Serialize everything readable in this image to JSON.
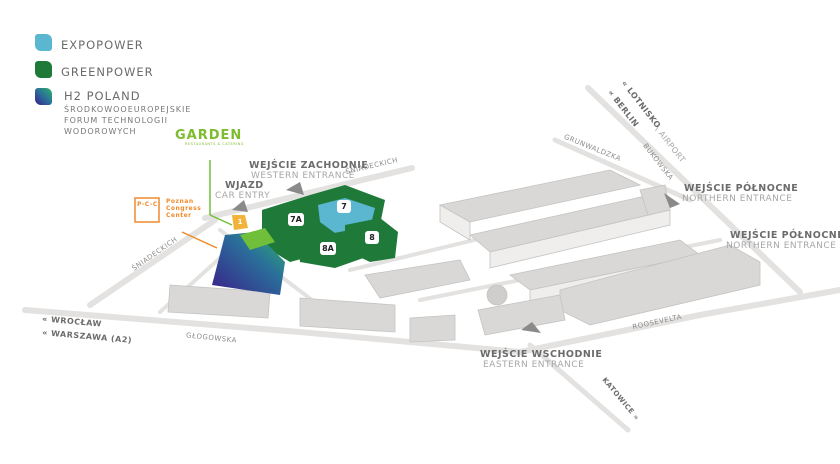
{
  "legend": [
    {
      "label": "EXPOPOWER",
      "color": "#5bb7cf"
    },
    {
      "label": "GREENPOWER",
      "color": "#1f7a3a"
    },
    {
      "label": "H2 POLAND",
      "sub": [
        "ŚRODKOWOOEUROPEJSKIE",
        "FORUM TECHNOLOGII",
        "WODOROWYCH"
      ],
      "color_from": "#3a1f8a",
      "color_to": "#2fb36a"
    }
  ],
  "garden": {
    "title": "GARDEN",
    "sub": "RESTAURANTS & CATERING",
    "color": "#7dbb2f"
  },
  "pcc": {
    "logo": "P-C-C",
    "lines": [
      "Poznan",
      "Congress",
      "Center"
    ],
    "color": "#ef8a2b"
  },
  "entrances": {
    "west": {
      "pl": "WEJŚCIE ZACHODNIE",
      "en": "WESTERN ENTRANCE"
    },
    "car": {
      "pl": "WJAZD",
      "en": "CAR ENTRY"
    },
    "north": {
      "pl": "WEJŚCIE PÓŁNOCNE",
      "en": "NORTHERN ENTRANCE"
    },
    "north_a": {
      "pl": "WEJŚCIE PÓŁNOCNE A",
      "en": "NORTHERN ENTRANCE A"
    },
    "east": {
      "pl": "WEJŚCIE WSCHODNIE",
      "en": "EASTERN ENTRANCE"
    }
  },
  "streets": {
    "sniadeckich_top": "ŚNIADECKICH",
    "sniadeckich_left": "ŚNIADECKICH",
    "grunwaldzka": "GRUNWALDZKA",
    "bukowska": "BUKOWSKA",
    "glogowska": "GŁOGOWSKA",
    "roosevelta": "ROOSEVELTA"
  },
  "directions": {
    "lotnisko": "« LOTNISKO",
    "airport": "\\ AIRPORT",
    "berlin": "« BERLIN",
    "wroclaw": "« WROCŁAW",
    "warszawa": "« WARSZAWA (A2)",
    "katowice": "KATOWICE »"
  },
  "halls": [
    "7",
    "7A",
    "8",
    "8A",
    "1"
  ]
}
